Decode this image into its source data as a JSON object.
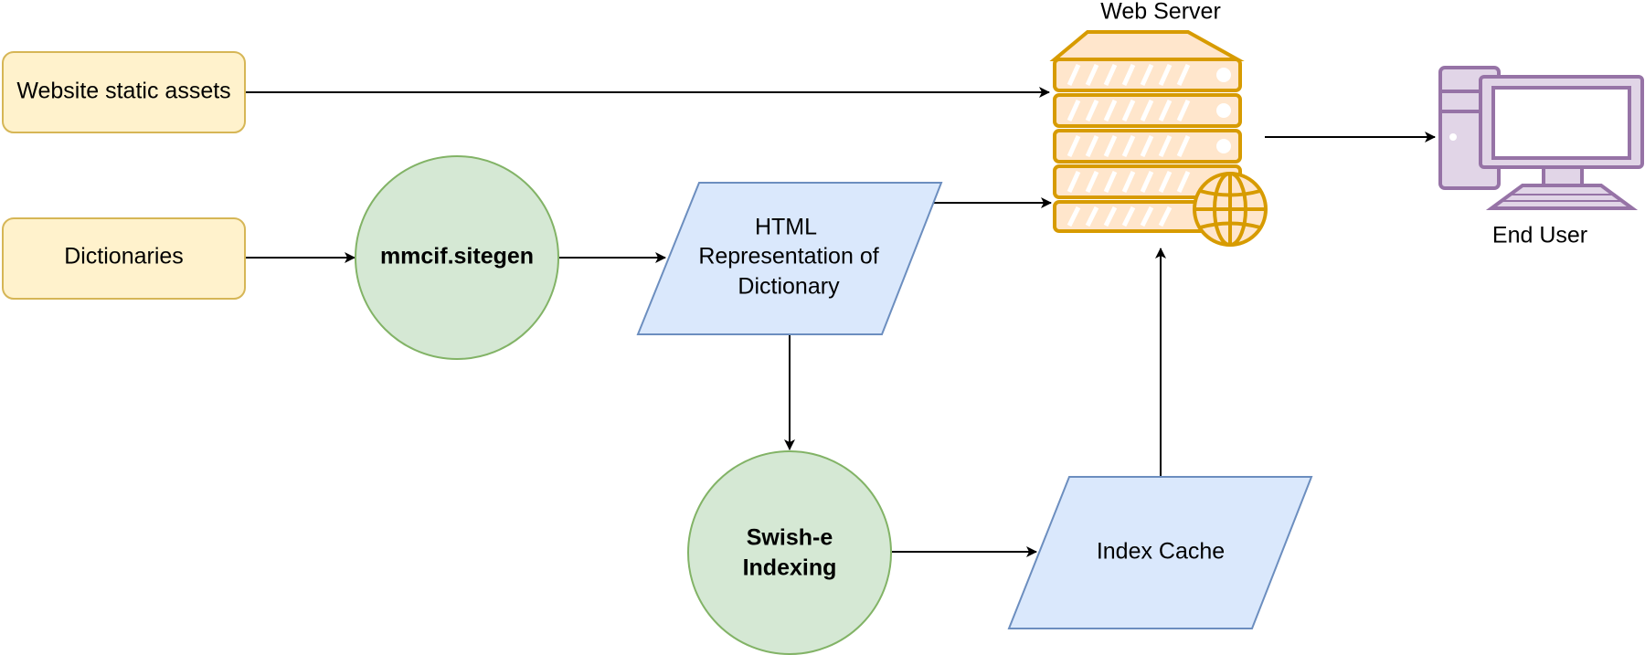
{
  "nodes": {
    "static_assets": {
      "label": "Website static assets"
    },
    "dictionaries": {
      "label": "Dictionaries"
    },
    "sitegen": {
      "label": "mmcif.sitegen"
    },
    "html_rep": {
      "lines": [
        "HTML",
        "Representation of",
        "Dictionary"
      ]
    },
    "indexing": {
      "lines": [
        "Swish-e",
        "Indexing"
      ]
    },
    "index_cache": {
      "label": "Index Cache"
    },
    "web_server": {
      "label": "Web Server"
    },
    "end_user": {
      "label": "End User"
    }
  },
  "colors": {
    "source_fill": "#fff2cc",
    "source_stroke": "#d6b656",
    "process_fill": "#d5e8d4",
    "process_stroke": "#82b366",
    "data_fill": "#dae8fc",
    "data_stroke": "#6c8ebf",
    "server_stroke": "#d79b00",
    "server_fill": "#ffe6cc",
    "user_stroke": "#9673a6",
    "user_fill": "#e1d5e7"
  },
  "icons": {
    "server": "web-server-icon",
    "user": "desktop-computer-icon"
  }
}
